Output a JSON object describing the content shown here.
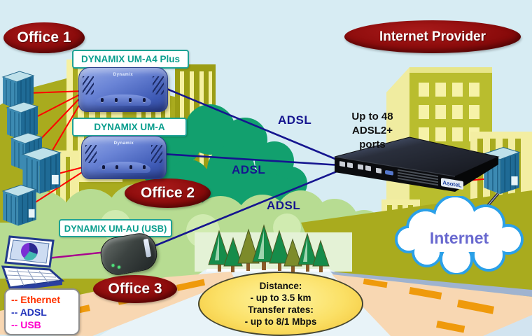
{
  "offices": [
    {
      "label": "Office 1"
    },
    {
      "label": "Office 2"
    },
    {
      "label": "Office 3"
    }
  ],
  "provider": {
    "label": "Internet Provider"
  },
  "modems": [
    {
      "label": "DYNAMIX UM-A4 Plus",
      "brand": "Dynamix"
    },
    {
      "label": "DYNAMIX UM-A",
      "brand": "Dynamix"
    },
    {
      "label": "DYNAMIX UM-AU (USB)"
    }
  ],
  "dslam": {
    "capacity_line1": "Up to  48",
    "capacity_line2": "ADSL2+",
    "capacity_line3": "ports",
    "logo": "AsoteL"
  },
  "adsl_labels": [
    "ADSL",
    "ADSL",
    "ADSL"
  ],
  "internet": {
    "label": "Internet"
  },
  "info_bubble": {
    "line1": "Distance:",
    "line2": "- up to 3.5 km",
    "line3": "Transfer rates:",
    "line4": "- up to  8/1 Mbps"
  },
  "legend": {
    "items": [
      {
        "label": "-- Ethernet",
        "color": "#ff3300"
      },
      {
        "label": "-- ADSL",
        "color": "#2233bb"
      },
      {
        "label": "-- USB",
        "color": "#ff00cc"
      }
    ]
  },
  "colors": {
    "ethernet-line": "#ff0000",
    "adsl-line": "#15158f",
    "usb-line": "#a8008e",
    "label-teal": "#0b9e8e",
    "office-fill": "#8d0c0c",
    "cloud-border": "#2ba0e8",
    "internet-text": "#6868cf"
  }
}
